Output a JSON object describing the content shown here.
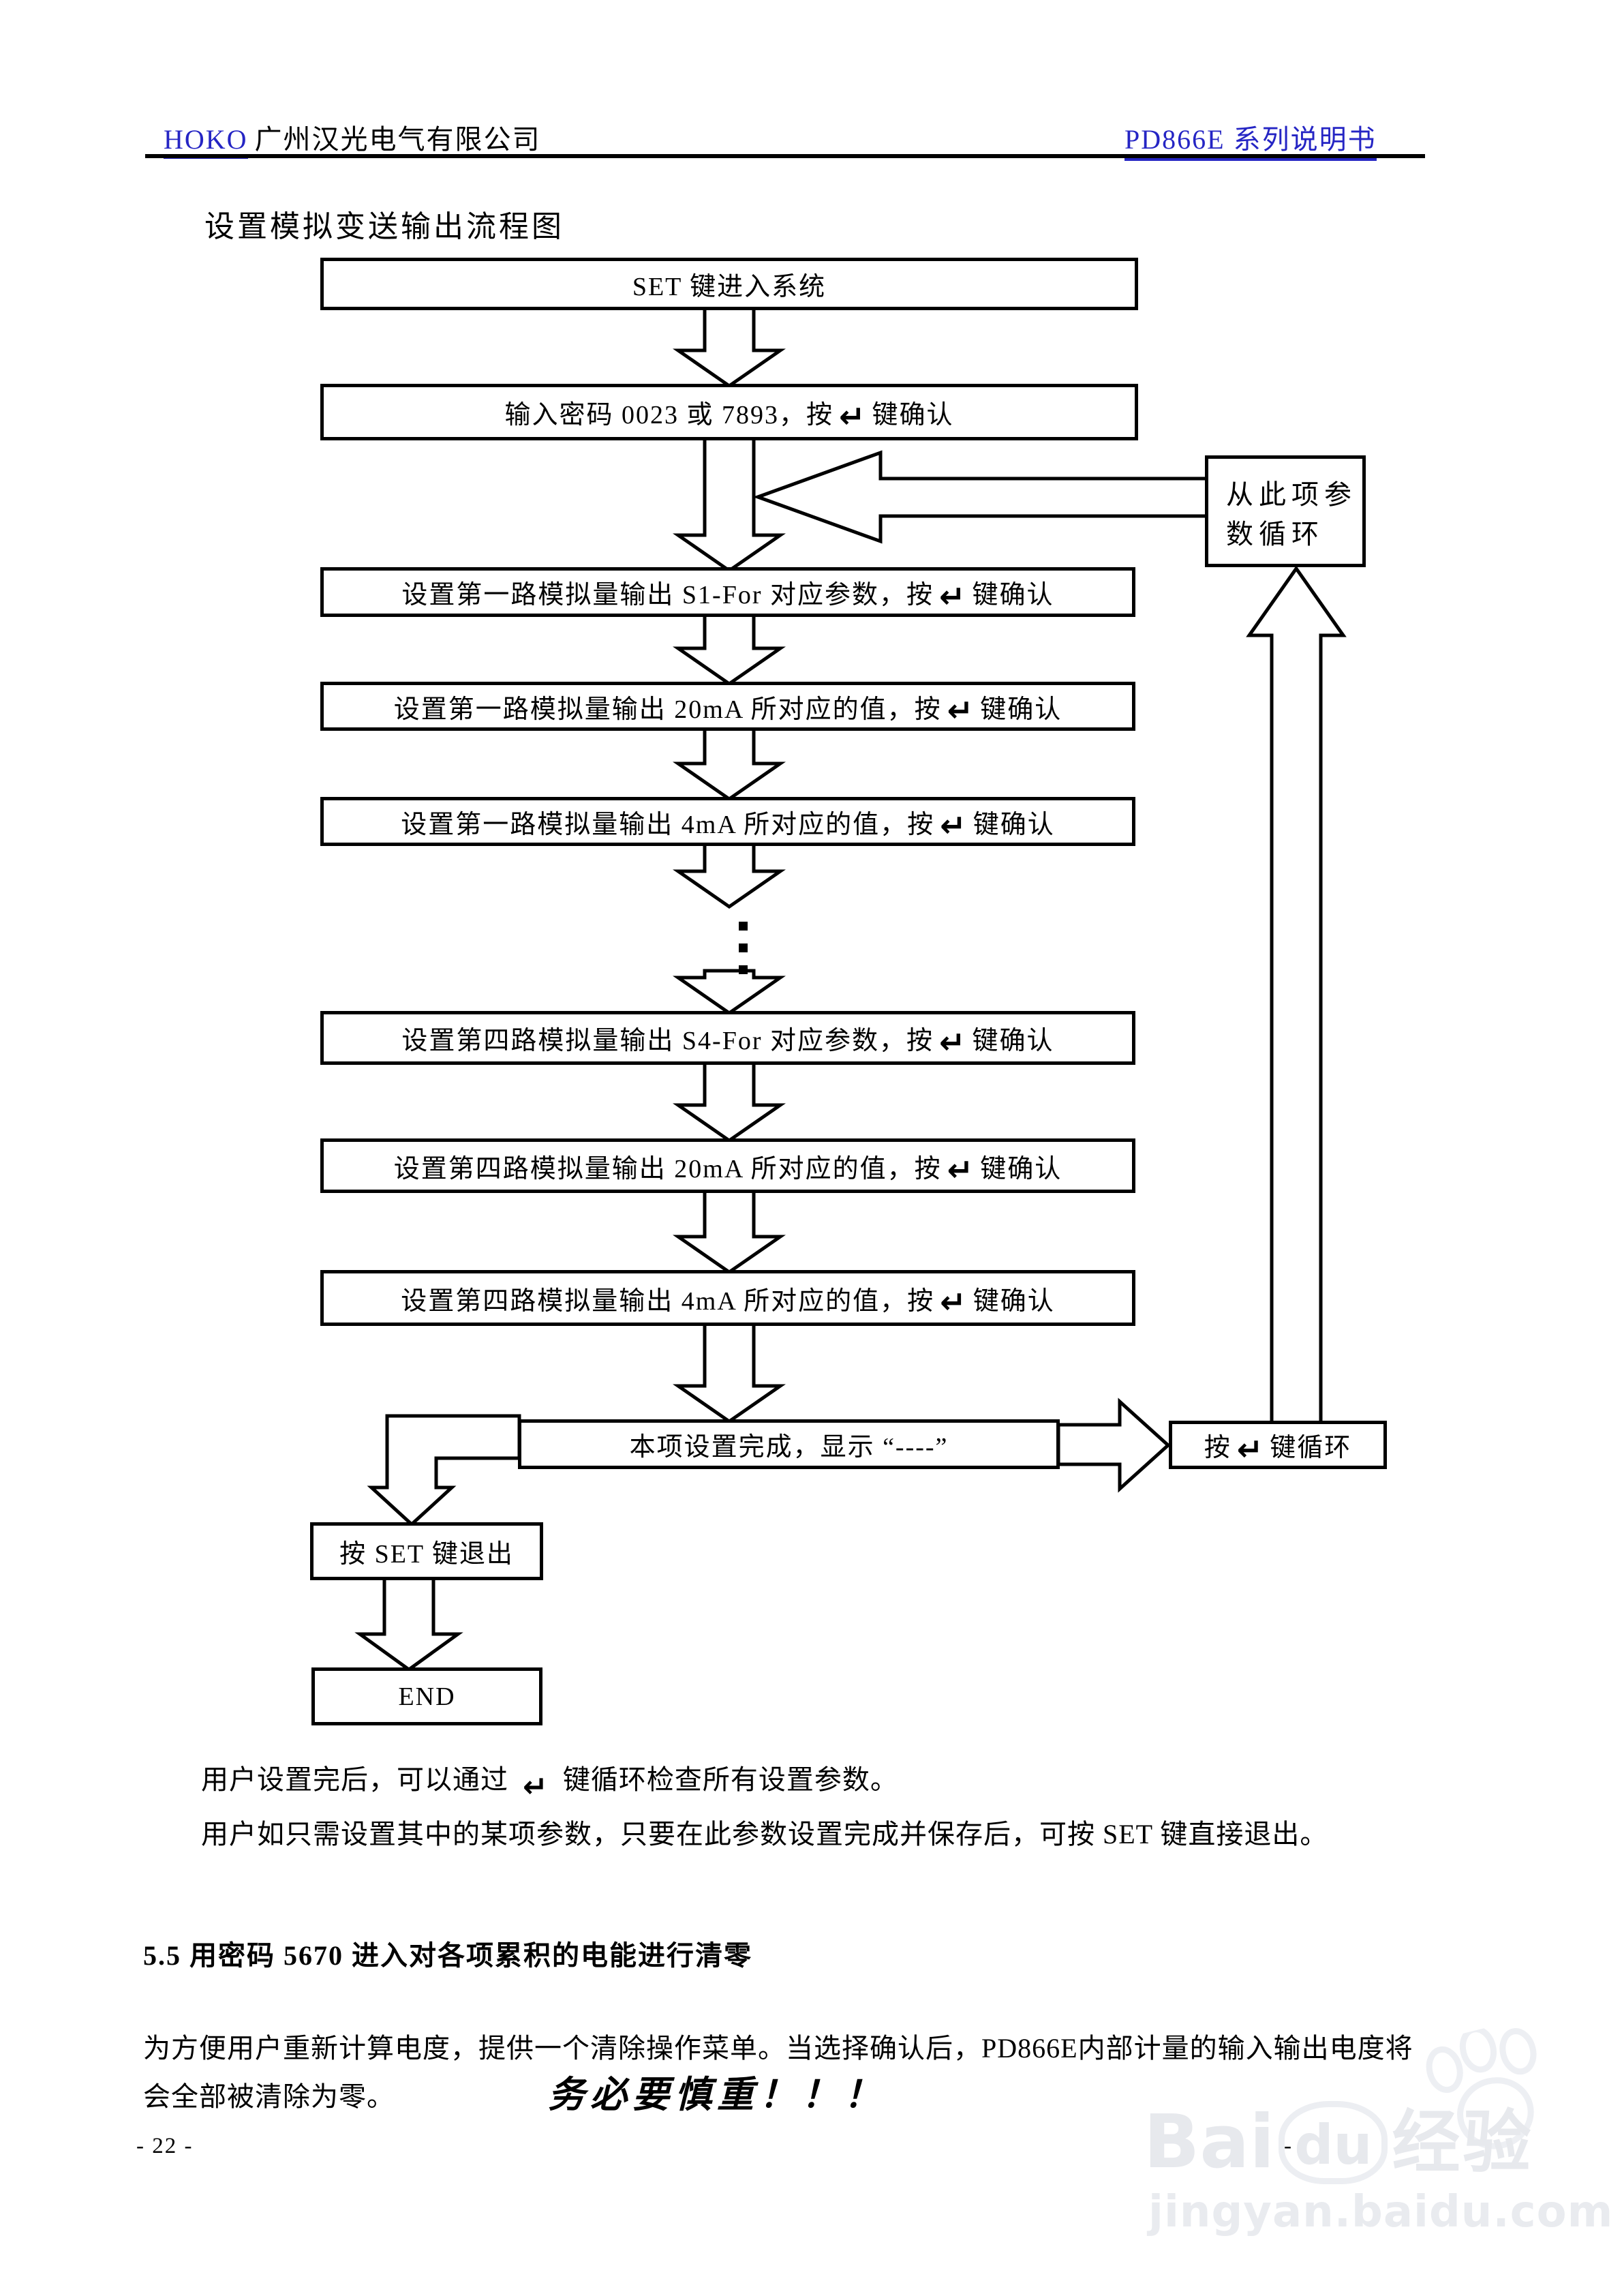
{
  "header": {
    "brand": "HOKO",
    "company": "广州汉光电气有限公司",
    "doc_title": "PD866E 系列说明书",
    "accent_blue": "#2525c4"
  },
  "flow": {
    "title": "设置模拟变送输出流程图",
    "b1": {
      "pre": "SET 键进入系统"
    },
    "b2": {
      "pre": "输入密码 0023 或 7893，按",
      "key": "↵",
      "post": "键确认"
    },
    "side": {
      "pre": "从此项参数循环"
    },
    "b3": {
      "pre": "设置第一路模拟量输出 S1-For 对应参数，按",
      "key": "↵",
      "post": "键确认"
    },
    "b4": {
      "pre": "设置第一路模拟量输出 20mA 所对应的值，按",
      "key": "↵",
      "post": "键确认"
    },
    "b5": {
      "pre": "设置第一路模拟量输出 4mA 所对应的值，按",
      "key": "↵",
      "post": "键确认"
    },
    "b6": {
      "pre": "设置第四路模拟量输出 S4-For 对应参数，按",
      "key": "↵",
      "post": "键确认"
    },
    "b7": {
      "pre": "设置第四路模拟量输出 20mA 所对应的值，按",
      "key": "↵",
      "post": "键确认"
    },
    "b8": {
      "pre": "设置第四路模拟量输出 4mA 所对应的值，按",
      "key": "↵",
      "post": "键确认"
    },
    "b9": {
      "pre": "本项设置完成，显示 “----”"
    },
    "loop": {
      "pre": "按",
      "key": "↵",
      "post": "键循环"
    },
    "exit": {
      "pre": "按 SET 键退出"
    },
    "end": {
      "pre": "END"
    }
  },
  "notes": {
    "line1_pre": "用户设置完后，可以通过",
    "line1_key": "↵",
    "line1_post": "键循环检查所有设置参数。",
    "line2": "用户如只需设置其中的某项参数，只要在此参数设置完成并保存后，可按 SET 键直接退出。"
  },
  "section": {
    "heading": "5.5 用密码 5670 进入对各项累积的电能进行清零",
    "para_line1": "为方便用户重新计算电度，提供一个清除操作菜单。当选择确认后，PD866E内部计量的输入输出电度将",
    "para_line2": "会全部被清除为零。",
    "warning": "务必要慎重！！！"
  },
  "footer": {
    "page": "- 22 -",
    "dash": "-"
  },
  "watermark": {
    "brand_pre": "Bai",
    "brand_mid": "du",
    "brand_suffix": "经验",
    "url": "jingyan.baidu.com",
    "gray": "#e7e9ed"
  }
}
